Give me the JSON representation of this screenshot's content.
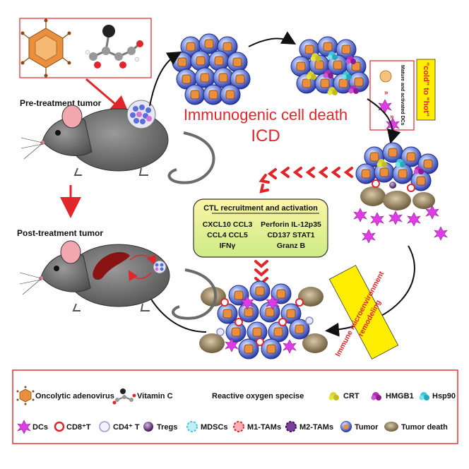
{
  "labels": {
    "pre_treatment": "Pre-treatment tumor",
    "post_treatment": "Post-treatment tumor",
    "icd_title": "Immunogenic cell death",
    "icd_abbr": "ICD",
    "cold_to_hot": "\"cold\" to \"hot\"",
    "mature_dcs": "Mature and activated DCs",
    "ctl_title": "CTL recruitment and activation",
    "ctl_col1": [
      "CXCL10 CCL3",
      "CCL4 CCL5",
      "IFNγ"
    ],
    "ctl_col2": [
      "Perforin IL-12p35",
      "CD137 STAT1",
      "Granz B"
    ],
    "remodeling": [
      "Immune microenvironment",
      "remodeling"
    ]
  },
  "legend": {
    "row1": [
      {
        "icon": "adenovirus-icon",
        "label": "Oncolytic adenovirus"
      },
      {
        "icon": "vitamin-c-molecule-icon",
        "label": "Vitamin C"
      },
      {
        "icon": "none",
        "label": "Reactive oxygen specise"
      },
      {
        "icon": "crt-icon",
        "label": "CRT"
      },
      {
        "icon": "hmgb1-icon",
        "label": "HMGB1"
      },
      {
        "icon": "hsp90-icon",
        "label": "Hsp90"
      }
    ],
    "row2": [
      {
        "icon": "dc-icon",
        "label": "DCs"
      },
      {
        "icon": "cd8-t-icon",
        "label": "CD8⁺T"
      },
      {
        "icon": "cd4-t-icon",
        "label": "CD4⁺ T"
      },
      {
        "icon": "treg-icon",
        "label": "Tregs"
      },
      {
        "icon": "mdsc-icon",
        "label": "MDSCs"
      },
      {
        "icon": "m1-tam-icon",
        "label": "M1-TAMs"
      },
      {
        "icon": "m2-tam-icon",
        "label": "M2-TAMs"
      },
      {
        "icon": "tumor-icon",
        "label": "Tumor"
      },
      {
        "icon": "tumor-death-icon",
        "label": "Tumor death"
      }
    ]
  },
  "colors": {
    "accent_red": "#e0262a",
    "mouse_gray": "#6b6b6b",
    "tumor_blue": "#3f58c9",
    "tumor_orange": "#e98f3e",
    "highlight_yellow": "#ffee00",
    "ctl_box_green": "#dff5a0",
    "crt_yellow": "#d8d52a",
    "hmgb1_purple": "#b22fb7",
    "hsp90_cyan": "#3fc8d8",
    "dc_magenta": "#e03ce5"
  }
}
